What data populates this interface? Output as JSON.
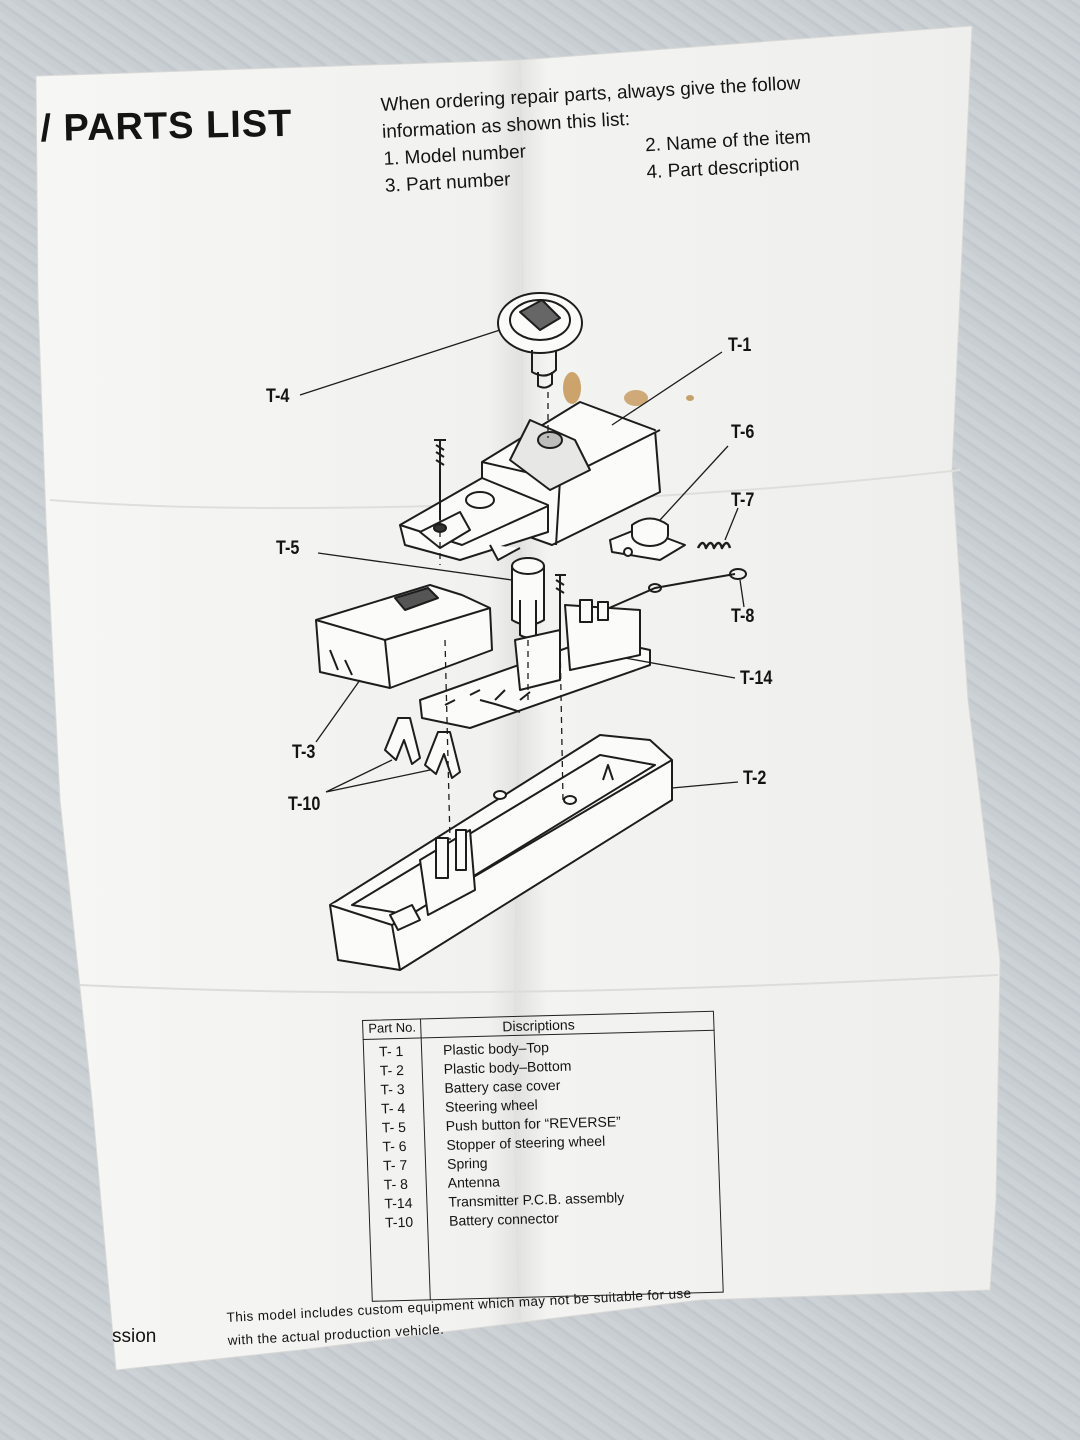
{
  "title": "/ PARTS LIST",
  "instructions": {
    "line1": "When ordering repair parts, always give the follow",
    "line2": "information as shown this list:",
    "items": [
      "1. Model number",
      "2. Name of the item",
      "3. Part number",
      "4. Part description"
    ]
  },
  "callouts": [
    "T-1",
    "T-2",
    "T-3",
    "T-4",
    "T-5",
    "T-6",
    "T-7",
    "T-8",
    "T-10",
    "T-14"
  ],
  "table": {
    "header_part": "Part No.",
    "header_desc": "Discriptions",
    "rows": [
      {
        "part": "T- 1",
        "desc": "Plastic body–Top"
      },
      {
        "part": "T- 2",
        "desc": "Plastic body–Bottom"
      },
      {
        "part": "T- 3",
        "desc": "Battery case cover"
      },
      {
        "part": "T- 4",
        "desc": "Steering wheel"
      },
      {
        "part": "T- 5",
        "desc": "Push button for “REVERSE”"
      },
      {
        "part": "T- 6",
        "desc": "Stopper of steering wheel"
      },
      {
        "part": "T- 7",
        "desc": "Spring"
      },
      {
        "part": "T- 8",
        "desc": "Antenna"
      },
      {
        "part": "T-14",
        "desc": "Transmitter P.C.B. assembly"
      },
      {
        "part": "T-10",
        "desc": "Battery connector"
      }
    ]
  },
  "footer": {
    "line1": "This model includes custom equipment which may not be suitable for use",
    "line2": "with the actual production vehicle."
  },
  "edge_text": "ssion",
  "colors": {
    "paper": "#f4f4f2",
    "ink": "#141414",
    "stain": "#b77a2e",
    "background": "#c7ccd1"
  }
}
